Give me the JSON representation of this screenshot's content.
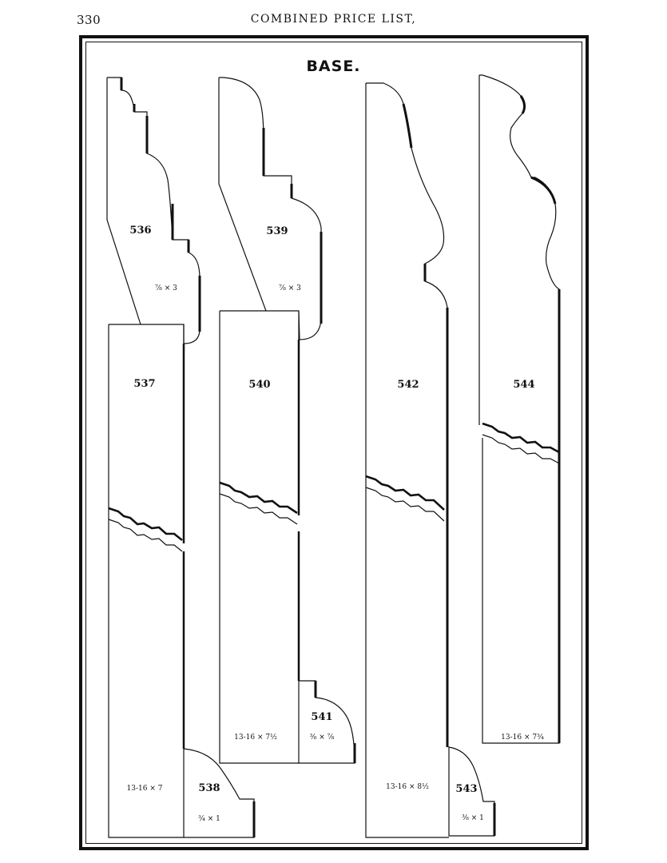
{
  "page": {
    "number": "330",
    "running_head": "COMBINED PRICE LIST,",
    "title": "BASE."
  },
  "mouldings": [
    {
      "id": "536",
      "size": "⅞ × 3"
    },
    {
      "id": "537",
      "size": "13-16 × 7"
    },
    {
      "id": "538",
      "size": "¾ × 1"
    },
    {
      "id": "539",
      "size": "⅞ × 3"
    },
    {
      "id": "540",
      "size": "13-16 × 7½"
    },
    {
      "id": "541",
      "size": "⅜ × ⅞"
    },
    {
      "id": "542",
      "size": "13-16 × 8½"
    },
    {
      "id": "543",
      "size": "⅜ × 1"
    },
    {
      "id": "544",
      "size": "13-16 × 7¾"
    }
  ]
}
